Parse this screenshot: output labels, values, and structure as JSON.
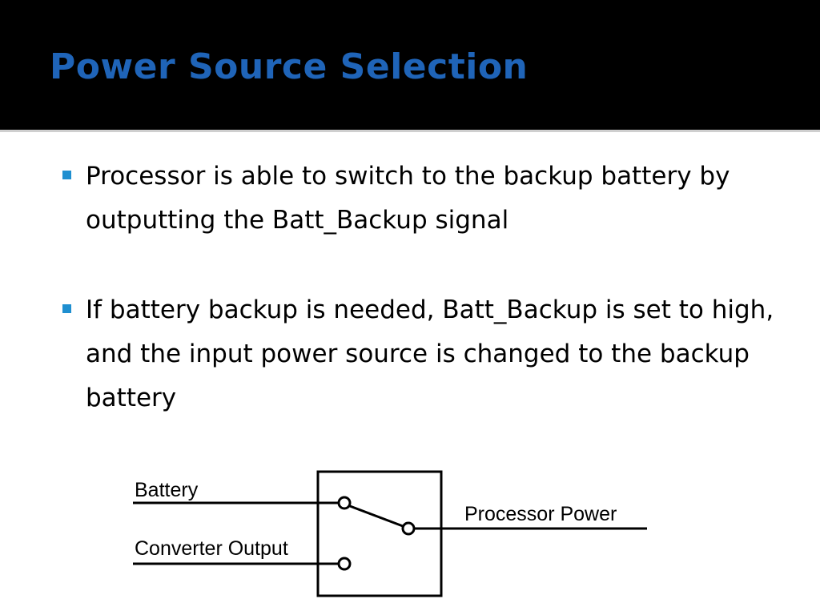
{
  "slide": {
    "title": "Power Source Selection",
    "accent_color": "#1f64b8",
    "bullet_color": "#1f8fd0",
    "bullets": [
      "Processor is able to switch to the backup battery by outputting the Batt_Backup signal",
      "If battery backup is needed, Batt_Backup is set to high, and the input power source is changed to the backup battery"
    ]
  },
  "diagram": {
    "labels": {
      "battery": "Battery",
      "converter_output": "Converter Output",
      "processor_power": "Processor Power"
    }
  }
}
